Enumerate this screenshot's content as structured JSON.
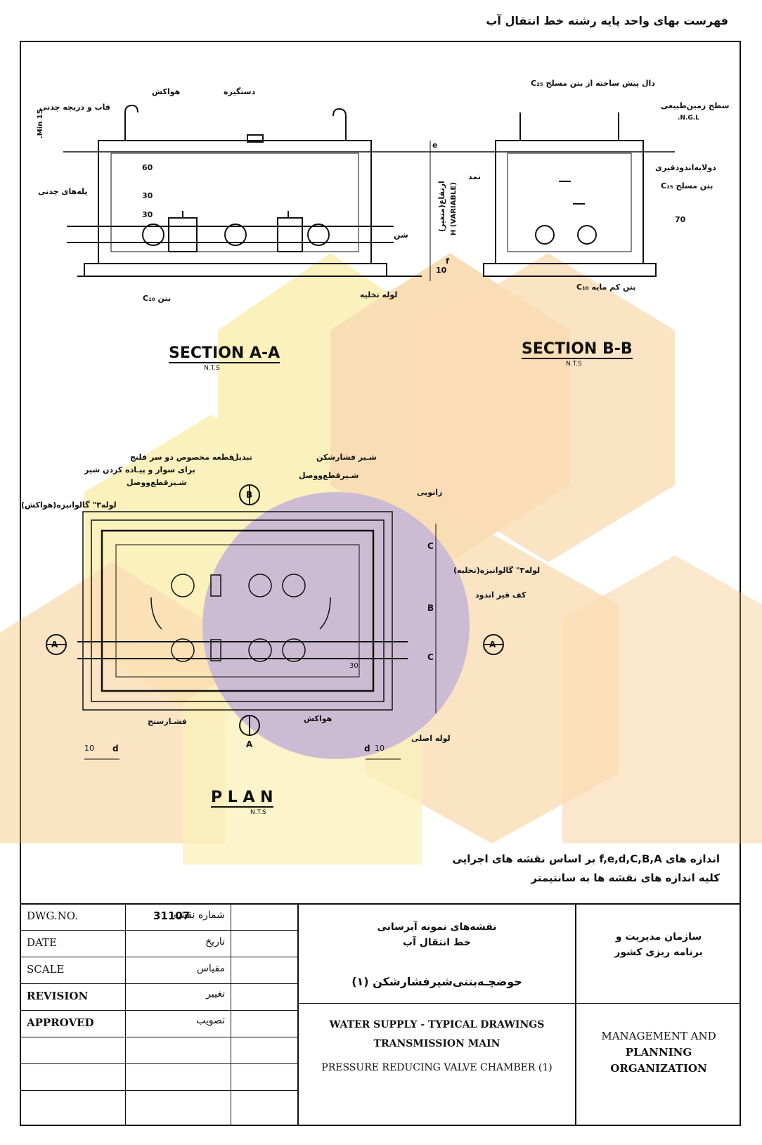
{
  "header": {
    "title": "فهرست بهای واحد پایه رشته خط انتقال آب"
  },
  "section_aa": {
    "title": "SECTION A-A",
    "scale": "N.T.S",
    "labels": {
      "air_valve": "هواکش",
      "handle": "دستگیره",
      "cast_frame": "قاب و دریچه چدنی",
      "min15": "15 Min.",
      "cast_steps": "پله‌های چدنی",
      "dim_60": "60",
      "dim_30a": "30",
      "dim_30b": "30",
      "concrete_c": "بتن C₁₀",
      "gravel": "شن",
      "drain_pipe": "لوله تخلیه",
      "height": "H (VARIABLE)",
      "height_fa": "ارتفاع(متغیر)",
      "dim_e": "e",
      "dim_10": "10",
      "dim_f": "f"
    }
  },
  "section_bb": {
    "title": "SECTION B-B",
    "scale": "N.T.S",
    "labels": {
      "precast_slab": "دال پیش ساخته از بتن مسلح C₂₅",
      "ground": "سطح زمین‌طبیعی",
      "ngl": "N.G.L.",
      "seal": "نمد",
      "bitumen": "دولایه‌اندودقیری",
      "reinforced": "بتن مسلح C₂₅",
      "dim_70": "70",
      "lean_concrete": "بتن کم مایه C₁₀"
    }
  },
  "plan": {
    "title": "P L A N",
    "scale": "N.T.S",
    "labels": {
      "special_piece": "قطعه مخصوص دو سر فلنج",
      "special_piece2": "برای سوار و پیـاده کردن شیر",
      "gate_valve": "شـیرقطع‌ووصل",
      "transition": "تبدیل",
      "prv": "شـیر فشارشکن",
      "gate_valve2": "شـیرقطع‌ووصل",
      "elbow": "زانویی",
      "galv_air": "لوله۳\" گالوانیزه(هواکش)",
      "galv_drain": "لوله۳\" گالوانیزه(تخلیه)",
      "floor": "کف قیر اندود",
      "gauge": "فشـارسنج",
      "air_valve": "هواکش",
      "main_pipe": "لوله اصلی",
      "mark_a": "A",
      "mark_b": "B",
      "dim_d": "d",
      "dim_c": "C",
      "dim_b": "B",
      "dim_10": "10",
      "dim_30": "30"
    }
  },
  "notes": {
    "line1": "اندازه های f,e,d,C,B,A بر اساس نقشه های اجرایی",
    "line2": "کلیه اندازه های نقشه ها به سانتیمتر"
  },
  "title_block": {
    "dwg_no_label": "DWG.NO.",
    "dwg_no_value": "31107",
    "dwg_no_fa": "شماره نقشه",
    "date_label": "DATE",
    "date_fa": "تاریخ",
    "scale_label": "SCALE",
    "scale_fa": "مقیاس",
    "revision_label": "REVISION",
    "revision_fa": "تغییر",
    "approved_label": "APPROVED",
    "approved_fa": "تصویب",
    "title_fa_1": "نقشه‌های نمونه آبرسانی",
    "title_fa_2": "خط انتقال آب",
    "title_fa_3": "حوضچـه‌بتنی‌شیرفشارشکن (۱)",
    "title_en_1": "WATER SUPPLY - TYPICAL DRAWINGS",
    "title_en_2": "TRANSMISSION MAIN",
    "title_en_3": "PRESSURE REDUCING VALVE CHAMBER (1)",
    "org_fa_1": "سازمان مدیریت و",
    "org_fa_2": "برنامه ریزی کشور",
    "org_en_1": "MANAGEMENT AND",
    "org_en_2": "PLANNING",
    "org_en_3": "ORGANIZATION"
  },
  "colors": {
    "watermark_orange": "#f2b35a",
    "watermark_yellow": "#f6e06a",
    "watermark_circle": "#8d6a9c"
  }
}
